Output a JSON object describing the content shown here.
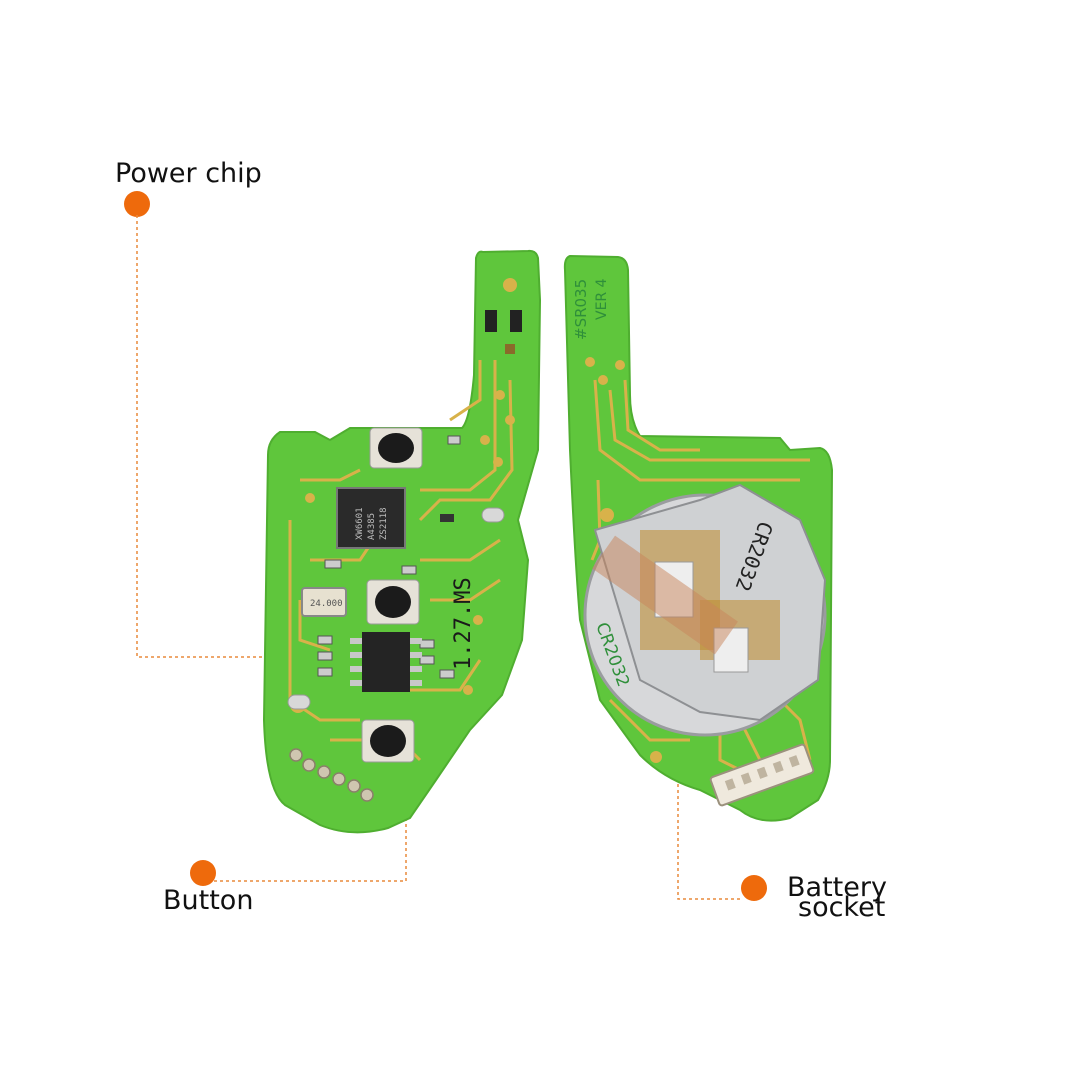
{
  "callouts": {
    "power_chip": "Power chip",
    "button": "Button",
    "battery_line1": "Battery",
    "battery_line2": "socket"
  },
  "board_markings": {
    "chip_top": [
      "XW6601",
      "A4385",
      "ZS2118"
    ],
    "crystal": "24.000",
    "board_id": "#SR035",
    "version": "VER 4",
    "battery_type": "CR2032"
  },
  "colors": {
    "pcb": "#5fc63c",
    "trace": "#d8b24a",
    "callout": "#ee6a0c"
  }
}
